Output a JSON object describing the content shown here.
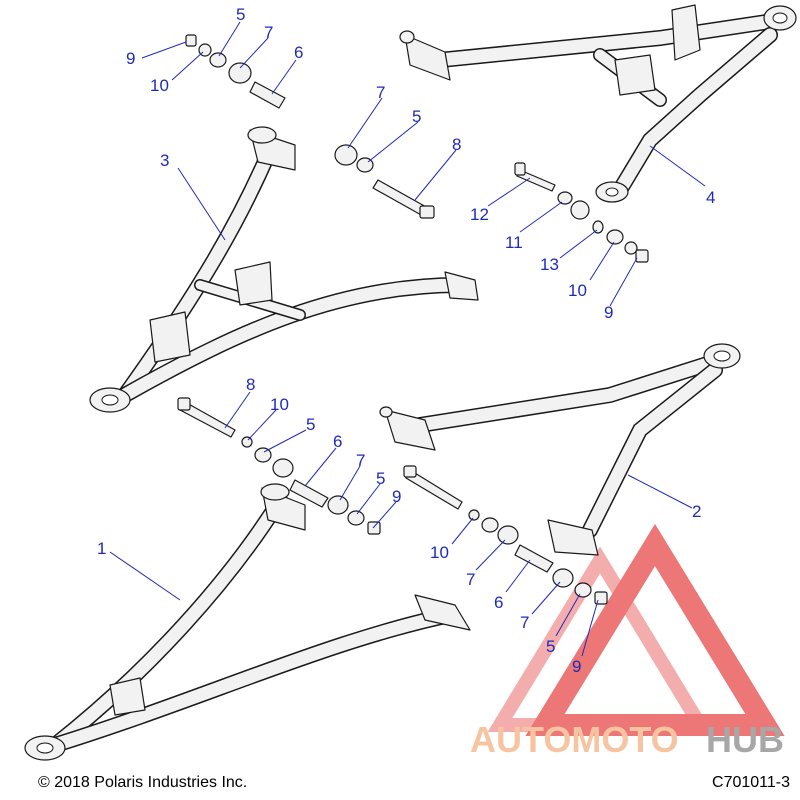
{
  "callouts": {
    "c1": "1",
    "c2": "2",
    "c3": "3",
    "c4": "4",
    "c5a": "5",
    "c5b": "5",
    "c5c": "5",
    "c5d": "5",
    "c5e": "5",
    "c6a": "6",
    "c6b": "6",
    "c6c": "6",
    "c7a": "7",
    "c7b": "7",
    "c7c": "7",
    "c7d": "7",
    "c7e": "7",
    "c8a": "8",
    "c8b": "8",
    "c9a": "9",
    "c9b": "9",
    "c9c": "9",
    "c9d": "9",
    "c10a": "10",
    "c10b": "10",
    "c10c": "10",
    "c10d": "10",
    "c11": "11",
    "c12": "12",
    "c13": "13"
  },
  "footer": {
    "copyright": "© 2018 Polaris Industries Inc.",
    "drawing_id": "C701011-3"
  },
  "watermark": {
    "text_a": "AUTOMOTO",
    "text_b": "HUB",
    "color_a": "#f5b183",
    "color_b": "#8a8a8a",
    "triangle_color": "#e84a4a"
  },
  "colors": {
    "callout": "#1f2bb8",
    "line": "#1a1a1a",
    "part_fill": "#f2f2f2"
  }
}
